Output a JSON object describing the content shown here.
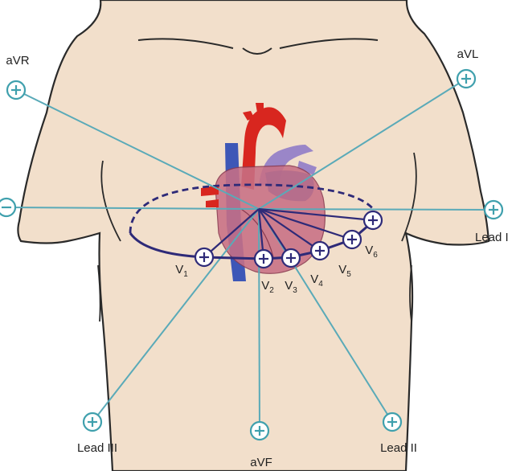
{
  "colors": {
    "skin": "#f2dfcb",
    "body_outline": "#2a2a2a",
    "lead_line": "#5aaab8",
    "electrode": "#3fa0ad",
    "ring": "#2e2a78",
    "heart_red": "#d8261f",
    "heart_blue": "#3d57b7",
    "heart_muscle": "#c87085",
    "heart_purple": "#9a86c8",
    "text": "#222222"
  },
  "limb_leads": [
    {
      "id": "aVR",
      "label": "aVR",
      "sign": "+"
    },
    {
      "id": "aVL",
      "label": "aVL",
      "sign": "+"
    },
    {
      "id": "leadI_neg",
      "label": "",
      "sign": "−"
    },
    {
      "id": "leadI",
      "label": "Lead I",
      "sign": "+"
    },
    {
      "id": "leadIII",
      "label": "Lead III",
      "sign": "+"
    },
    {
      "id": "aVF",
      "label": "aVF",
      "sign": "+"
    },
    {
      "id": "leadII",
      "label": "Lead II",
      "sign": "+"
    }
  ],
  "precordial_leads": [
    {
      "id": "V1",
      "base": "V",
      "sub": "1",
      "sign": "+"
    },
    {
      "id": "V2",
      "base": "V",
      "sub": "2",
      "sign": "+"
    },
    {
      "id": "V3",
      "base": "V",
      "sub": "3",
      "sign": "+"
    },
    {
      "id": "V4",
      "base": "V",
      "sub": "4",
      "sign": "+"
    },
    {
      "id": "V5",
      "base": "V",
      "sub": "5",
      "sign": "+"
    },
    {
      "id": "V6",
      "base": "V",
      "sub": "6",
      "sign": "+"
    }
  ]
}
